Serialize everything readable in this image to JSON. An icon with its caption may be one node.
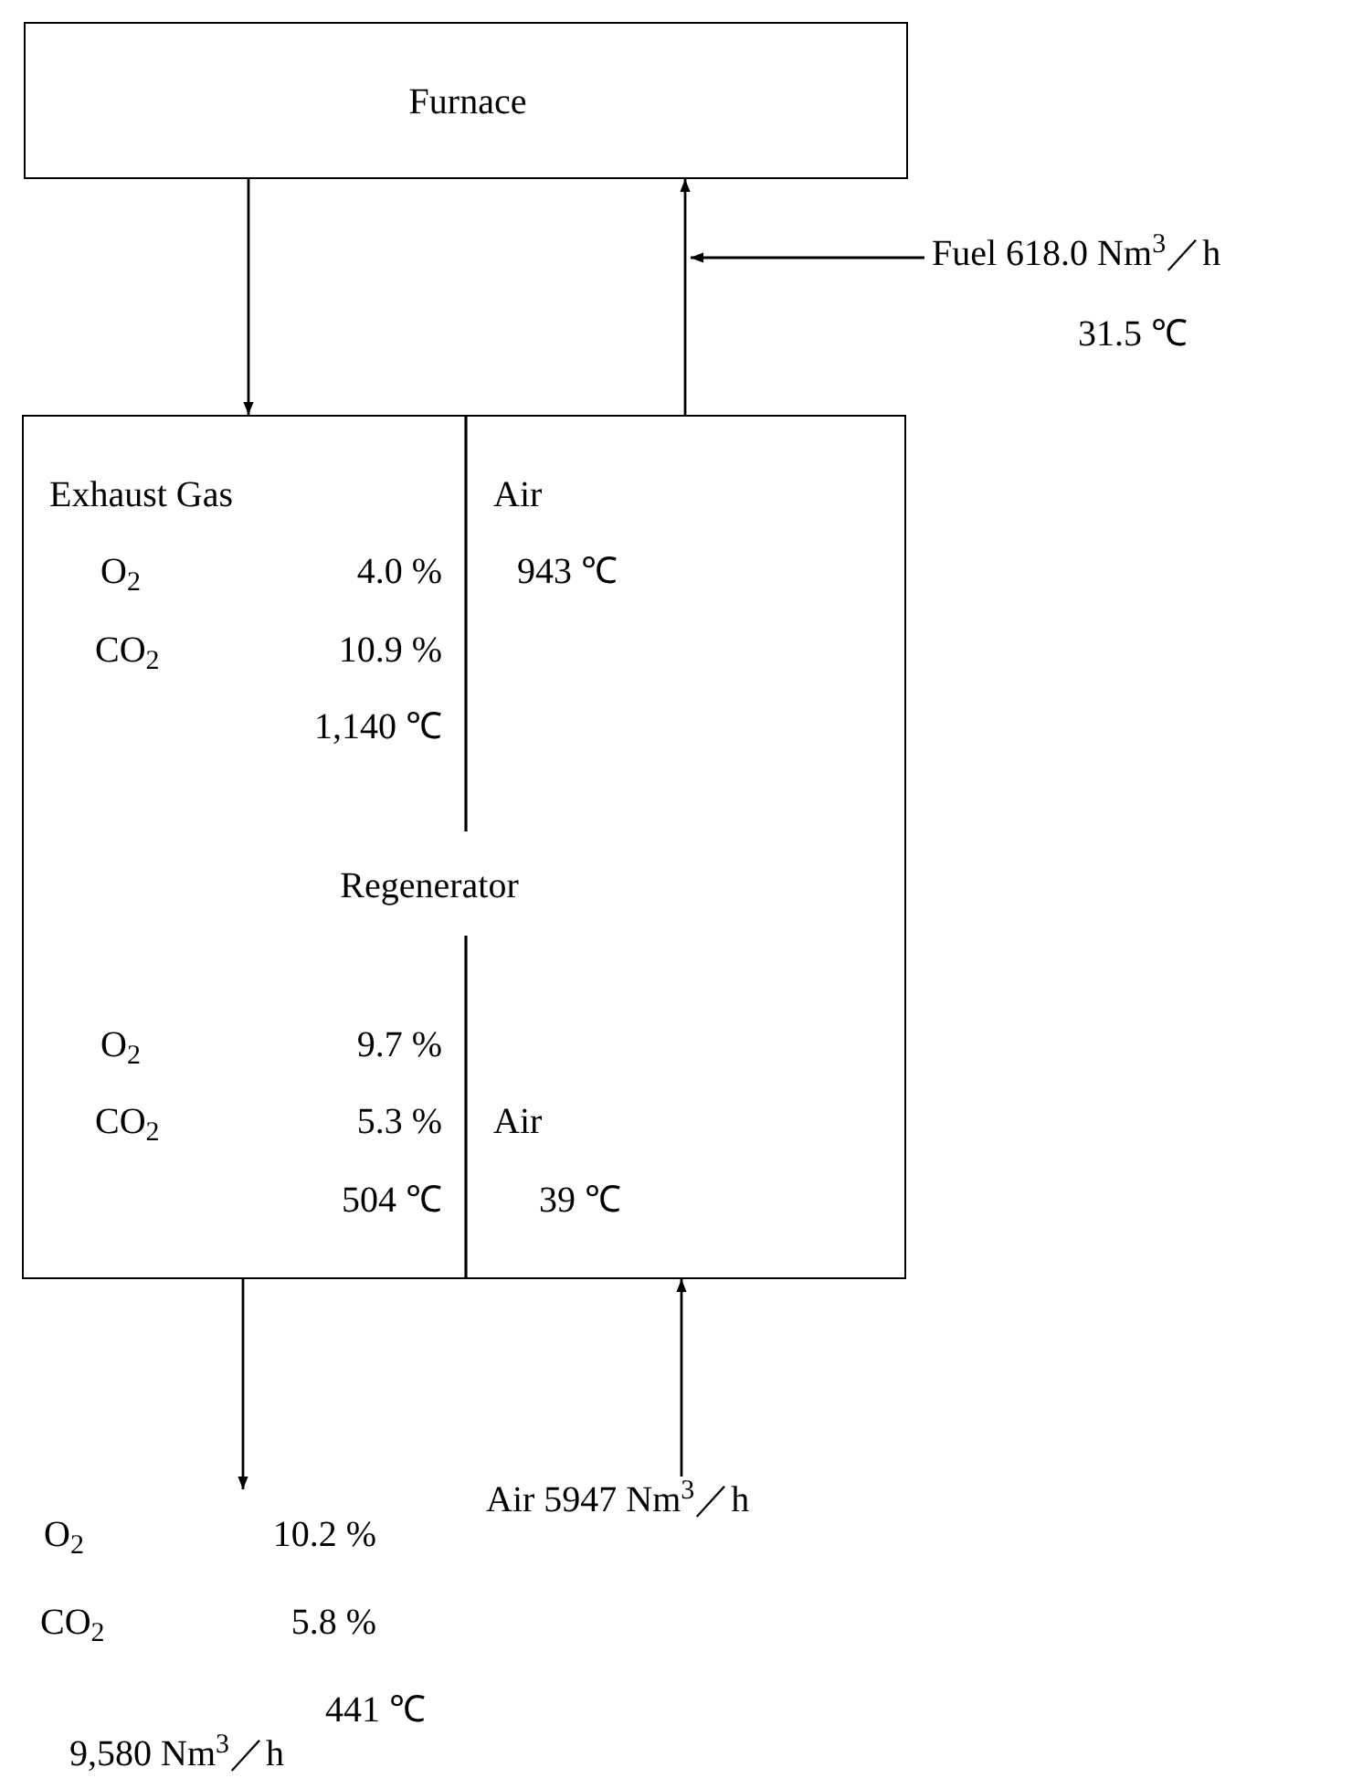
{
  "diagram": {
    "nodes": [
      {
        "text": [
          "Furnace"
        ]
      },
      {
        "text": [
          "Regenerator"
        ]
      },
      {
        "text": [
          "Fuel 618.0 Nm$^{3}$／h",
          "31.5 ℃"
        ]
      },
      {
        "text": [
          "O$_{2}$",
          "10.2 %",
          "CO$_{2}$",
          "5.8 %",
          "441 ℃",
          "9,580 Nm$^{3}$／h"
        ]
      },
      {
        "text": [
          "Air 5947 Nm$^{3}$／h"
        ]
      }
    ],
    "edges": [
      {
        "from": 0,
        "to": 1,
        "arrow": "to"
      },
      {
        "from": 1,
        "to": 0,
        "arrow": "to"
      },
      {
        "from": 2,
        "to": null,
        "arrow": "to"
      },
      {
        "from": 1,
        "to": 3,
        "arrow": "to"
      },
      {
        "from": 4,
        "to": 1,
        "arrow": "to"
      }
    ],
    "labels": [
      "Exhaust Gas",
      "Air",
      "O$_{2}$",
      "4.0 %",
      "943 ℃",
      "CO$_{2}$",
      "10.9 %",
      "1,140 ℃",
      "O$_{2}$",
      "9.7 %",
      "CO$_{2}$",
      "5.3 %",
      "Air",
      "504 ℃",
      "39 ℃"
    ]
  }
}
